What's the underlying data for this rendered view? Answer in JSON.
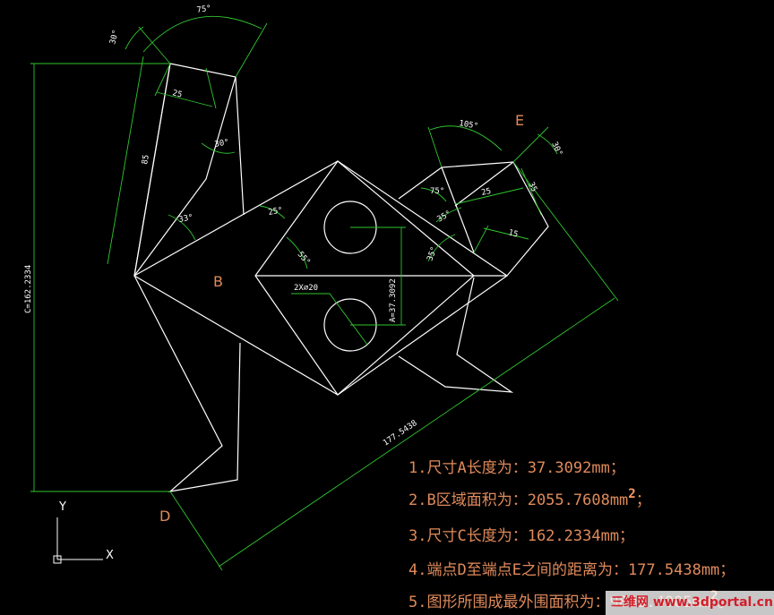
{
  "colors": {
    "background": "#000000",
    "geometry": "#ffffff",
    "dimension": "#2fc62f",
    "label": "#e08a5a"
  },
  "labels": {
    "B": "B",
    "D": "D",
    "E": "E"
  },
  "axes": {
    "x": "X",
    "y": "Y"
  },
  "dimensions": {
    "top_arc": "75°",
    "top_left_angle": "30°",
    "top_25": "25",
    "top_30": "30°",
    "left_85": "85",
    "left_33": "33°",
    "mid_25": "25°",
    "mid_55": "55°",
    "hole": "2X∅20",
    "A": "A=37.3092",
    "C": "C=162.2334",
    "right_105": "105°",
    "right_30": "30°",
    "right_75": "75°",
    "right_25": "25",
    "right_35": "35",
    "right_35a": "35°",
    "right_35b": "35°",
    "right_15": "15",
    "diag": "177.5438"
  },
  "notes": [
    {
      "text": "1.尺寸A长度为：37.3092mm；",
      "sup": ""
    },
    {
      "text": "2.B区域面积为：2055.7608mm",
      "sup": "2",
      "tail": "；"
    },
    {
      "text": "3.尺寸C长度为：162.2334mm；",
      "sup": ""
    },
    {
      "text": "4.端点D至端点E之间的距离为：177.5438mm；",
      "sup": ""
    },
    {
      "text": "5.图形所围成最外围面积为：9899.4005mm",
      "sup": "2",
      "tail": "。"
    }
  ],
  "watermark": "三维网 www.3dportal.cn"
}
